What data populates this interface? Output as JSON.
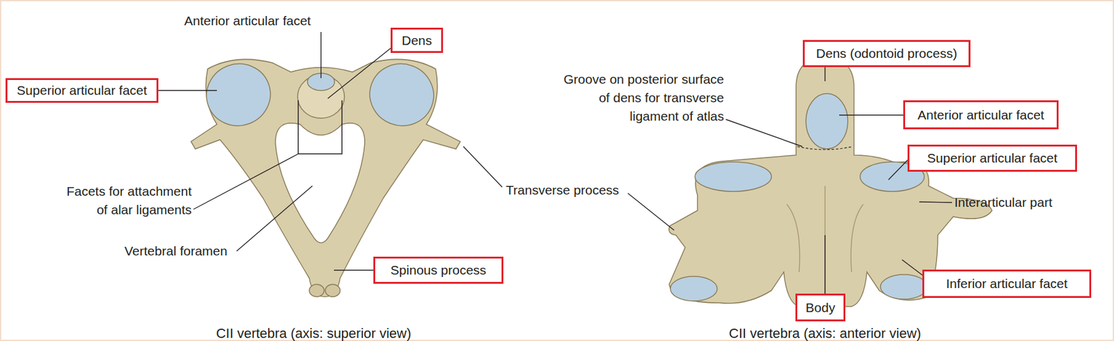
{
  "diagram": {
    "nodes": [
      {
        "text": [
          "Dens"
        ]
      },
      {
        "text": [
          "Superior articular facet"
        ]
      },
      {
        "text": [
          "Spinous process"
        ]
      },
      {
        "text": [
          "Dens (odontoid process)"
        ]
      },
      {
        "text": [
          "Anterior articular facet"
        ]
      },
      {
        "text": [
          "Superior articular facet"
        ]
      },
      {
        "text": [
          "Inferior articular facet"
        ]
      },
      {
        "text": [
          "Body"
        ]
      }
    ],
    "labels": [
      "Anterior articular facet",
      "Facets for attachment of alar ligaments",
      "Vertebral foramen",
      "CII vertebra (axis: superior view)",
      "Groove on posterior surface of dens for transverse ligament of atlas",
      "Transverse process",
      "Interarticular part",
      "CII vertebra (axis: anterior view)"
    ]
  }
}
